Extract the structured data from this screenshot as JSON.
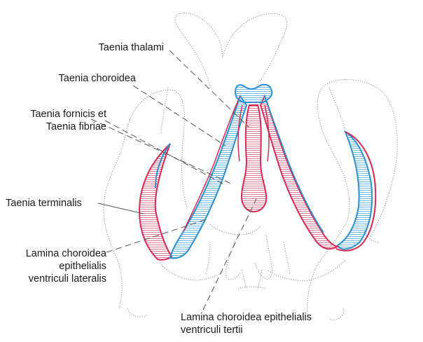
{
  "labels": {
    "taenia_thalami": "Taenia thalami",
    "taenia_choroidea": "Taenia choroidea",
    "taenia_fornicis_line1": "Taenia fornicis et",
    "taenia_fornicis_line2": "Taenia fibriae",
    "taenia_terminalis": "Taenia terminalis",
    "lamina_lateralis_line1": "Lamina choroidea",
    "lamina_lateralis_line2": "epithelialis",
    "lamina_lateralis_line3": "ventriculi lateralis",
    "lamina_tertii_line1": "Lamina choroidea epithelialis",
    "lamina_tertii_line2": "ventriculi tertii"
  },
  "colors": {
    "red": "#d42a52",
    "blue": "#2a8fd4",
    "red_hatch": "#e0577a",
    "blue_hatch": "#4aa6e0",
    "outline": "#8a8a8a",
    "leader": "#555555",
    "text": "#1a1a1a"
  }
}
